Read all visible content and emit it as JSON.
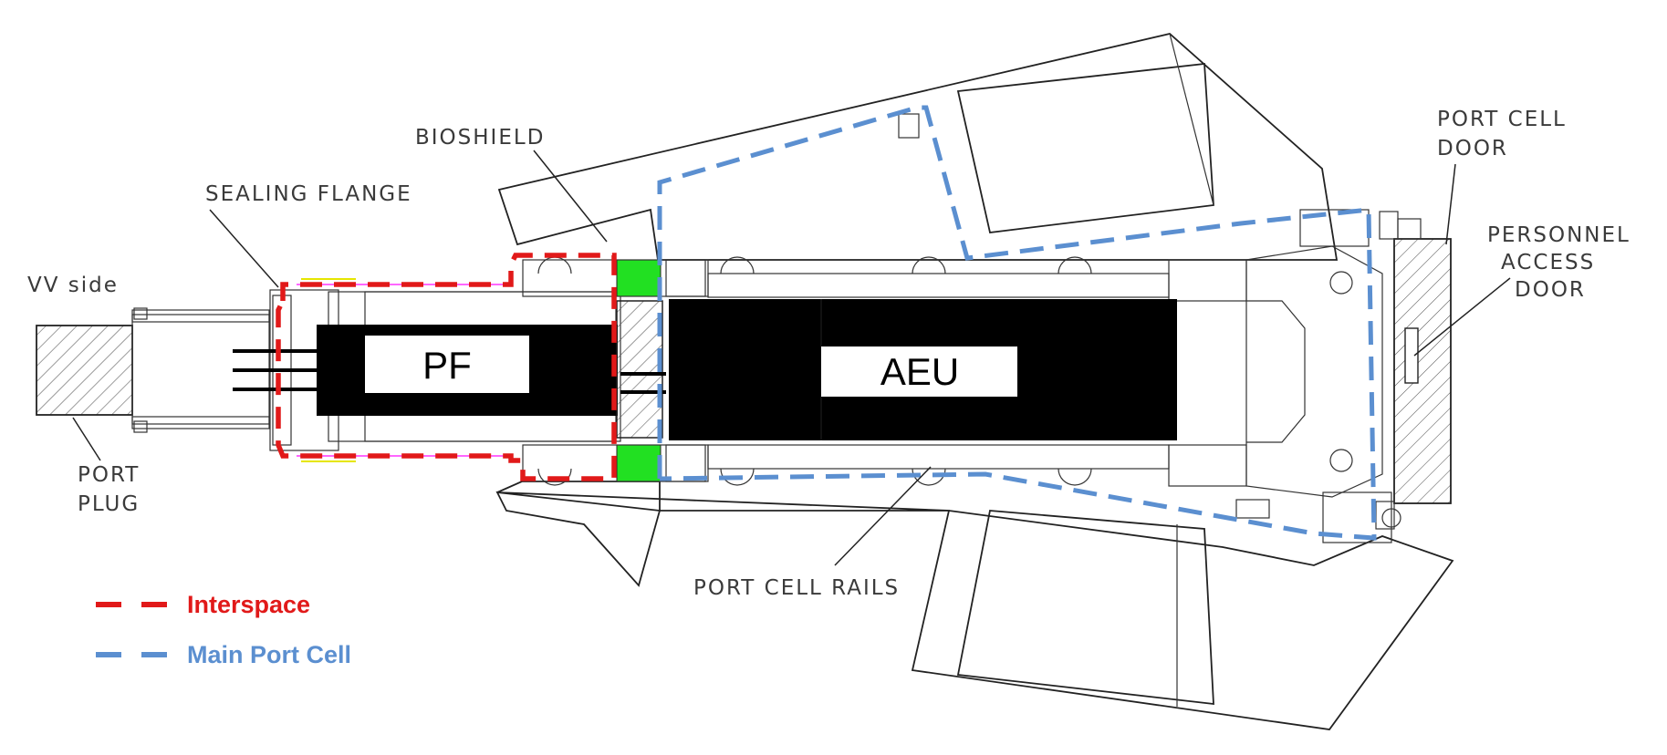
{
  "labels": {
    "vv_side": "VV side",
    "sealing_flange": "SEALING FLANGE",
    "bioshield": "BIOSHIELD",
    "port_cell_door_1": "PORT CELL",
    "port_cell_door_2": "DOOR",
    "personnel_1": "PERSONNEL",
    "personnel_2": "ACCESS",
    "personnel_3": "DOOR",
    "port_plug_1": "PORT",
    "port_plug_2": "PLUG",
    "port_cell_rails": "PORT CELL RAILS",
    "pf": "PF",
    "aeu": "AEU"
  },
  "legend": {
    "interspace": "Interspace",
    "main_port_cell": "Main Port Cell"
  },
  "colors": {
    "interspace": "#e11919",
    "main_port_cell": "#5b8fd0",
    "seal_blocks": "#22e022"
  }
}
